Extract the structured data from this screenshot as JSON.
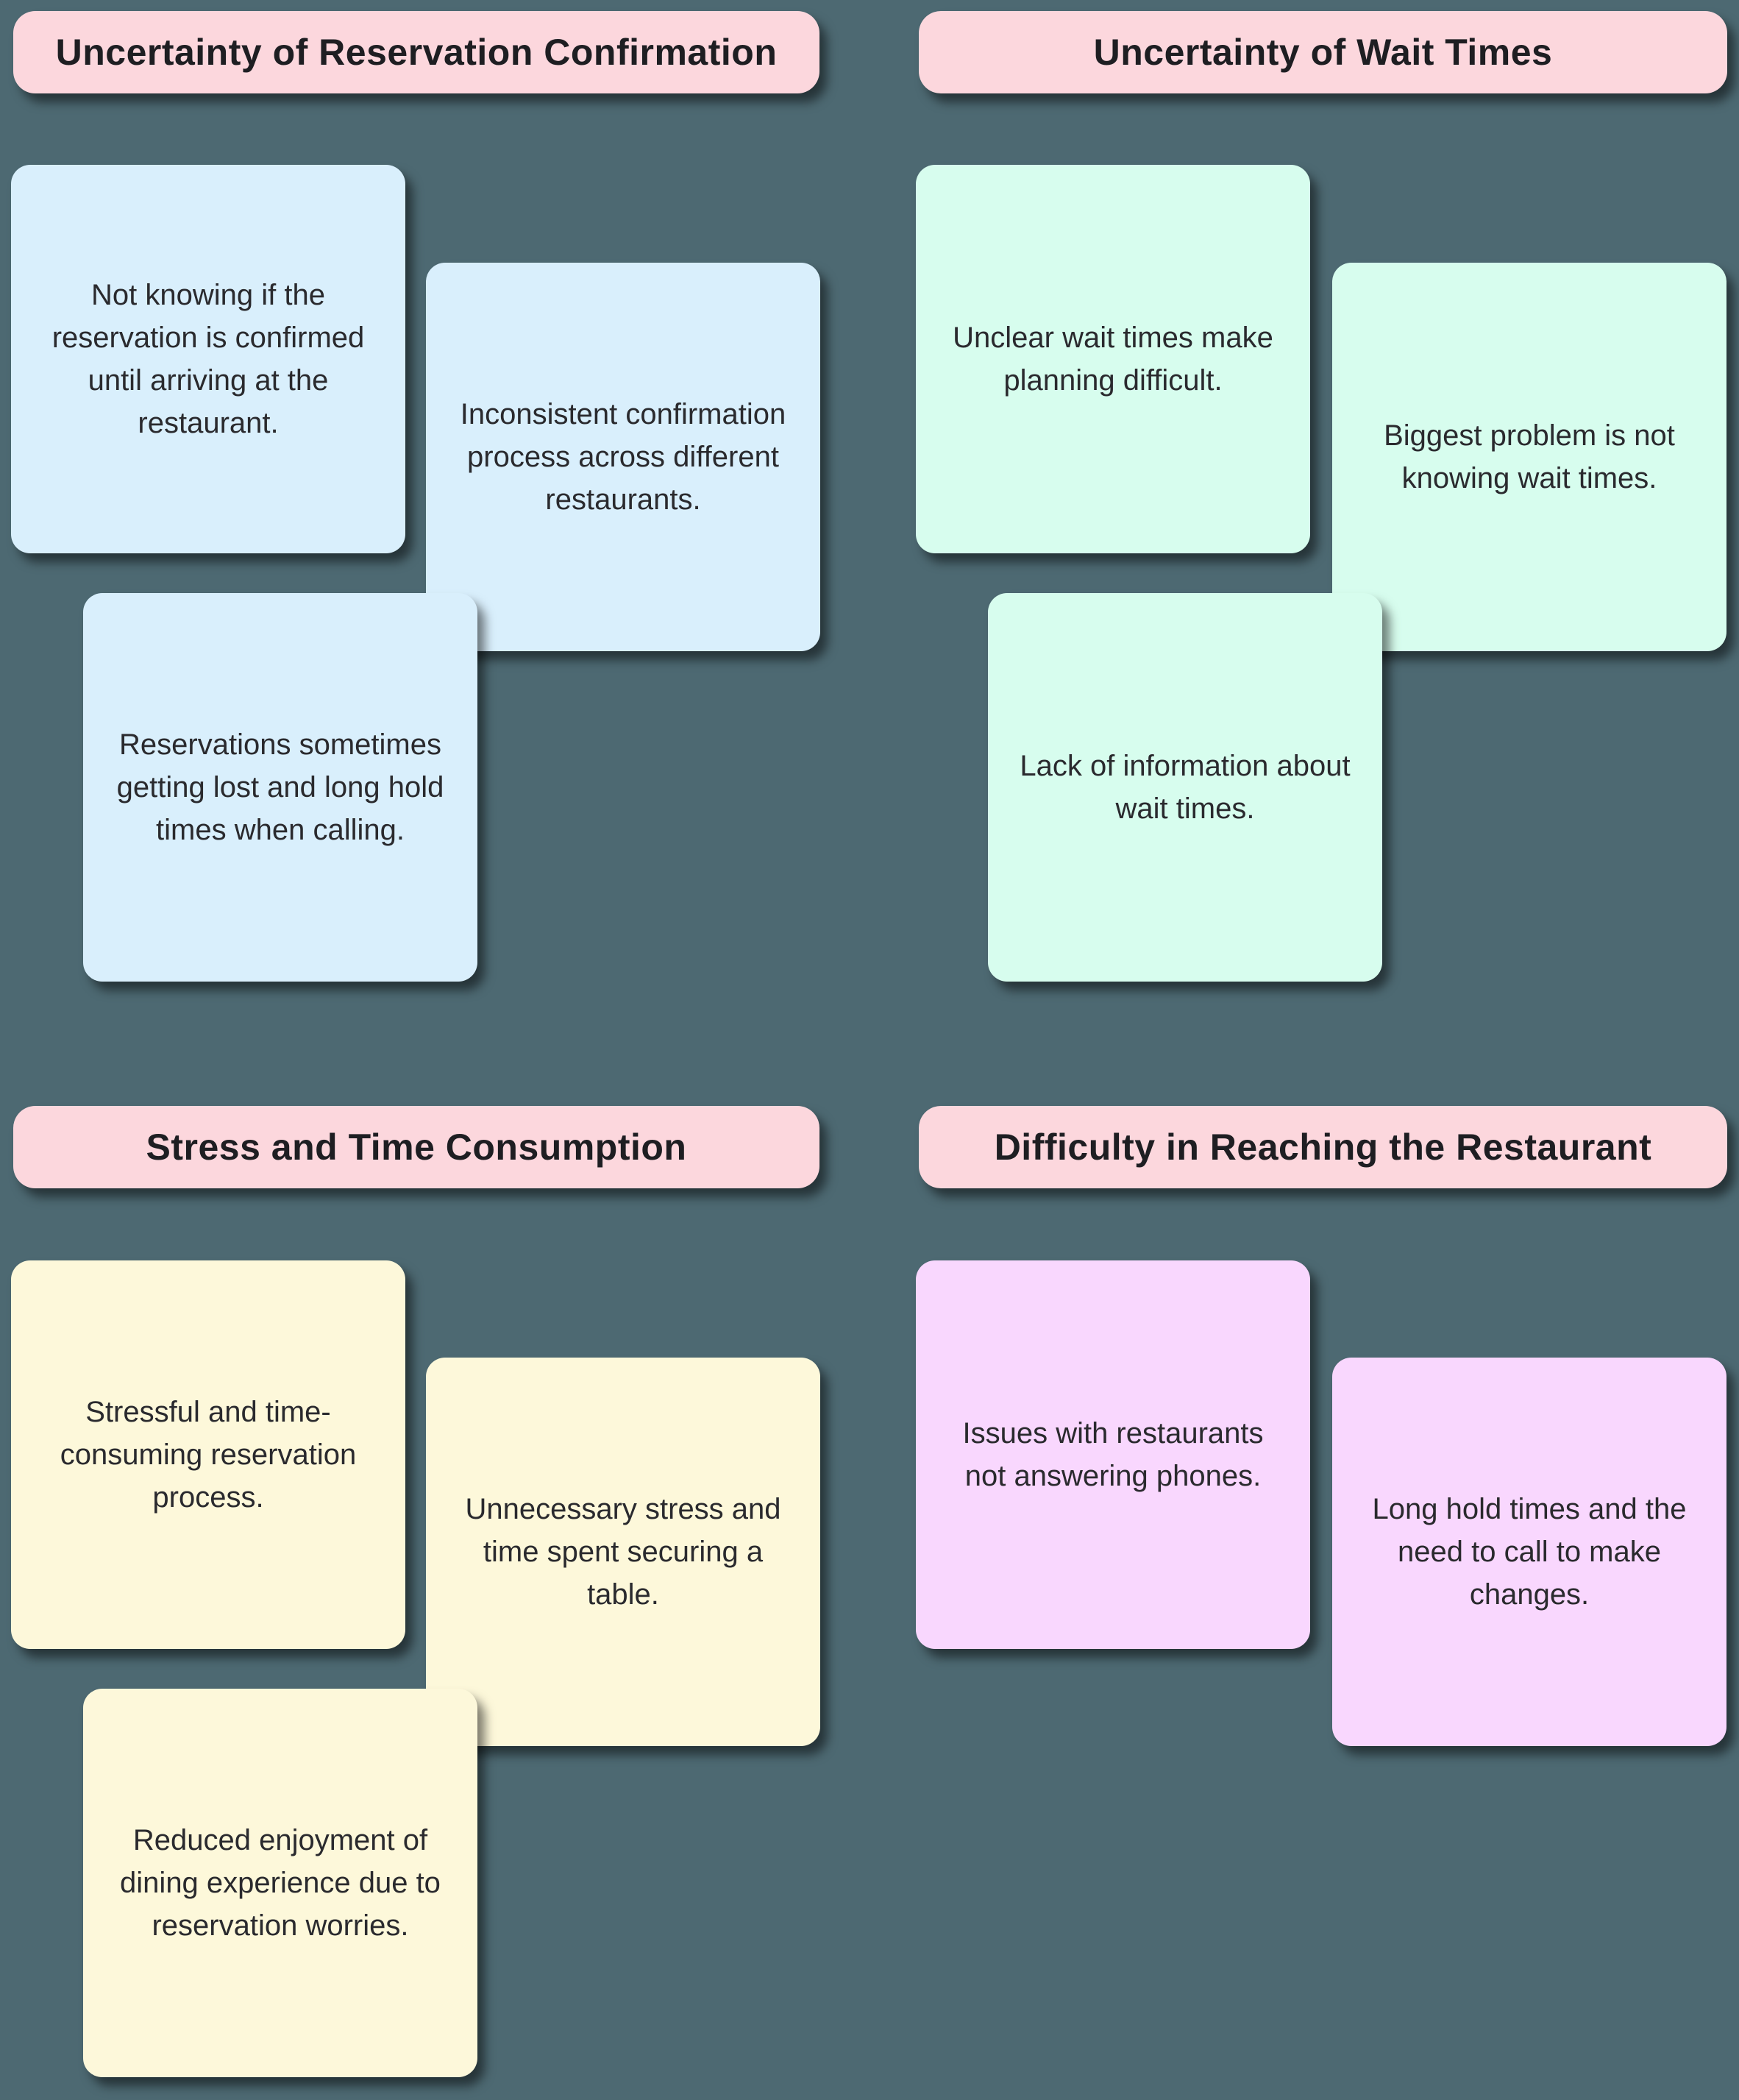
{
  "board": {
    "background_color": "#4d6972",
    "header_color": "#fcd7dd",
    "header_text_color": "#1e1e22",
    "note_text_color": "#2a2a2e",
    "groups": [
      {
        "title": "Uncertainty of Reservation Confirmation",
        "note_color": "#d9effc",
        "notes": [
          "Not knowing if the reservation is confirmed until arriving at the restaurant.",
          "Inconsistent confirmation process across different restaurants.",
          "Reservations sometimes getting lost and long hold times when calling."
        ]
      },
      {
        "title": "Uncertainty of Wait Times",
        "note_color": "#d7fdee",
        "notes": [
          "Unclear wait times make planning difficult.",
          "Biggest problem is not knowing wait times.",
          "Lack of information about wait times."
        ]
      },
      {
        "title": "Stress and Time Consumption",
        "note_color": "#fdf8da",
        "notes": [
          "Stressful and time-consuming reservation process.",
          "Unnecessary stress and time spent securing a table.",
          "Reduced enjoyment of dining experience due to reservation worries."
        ]
      },
      {
        "title": "Difficulty in Reaching the Restaurant",
        "note_color": "#f9d7fe",
        "notes": [
          "Issues with restaurants not answering phones.",
          "Long hold times and the need to call to make changes."
        ]
      }
    ]
  }
}
